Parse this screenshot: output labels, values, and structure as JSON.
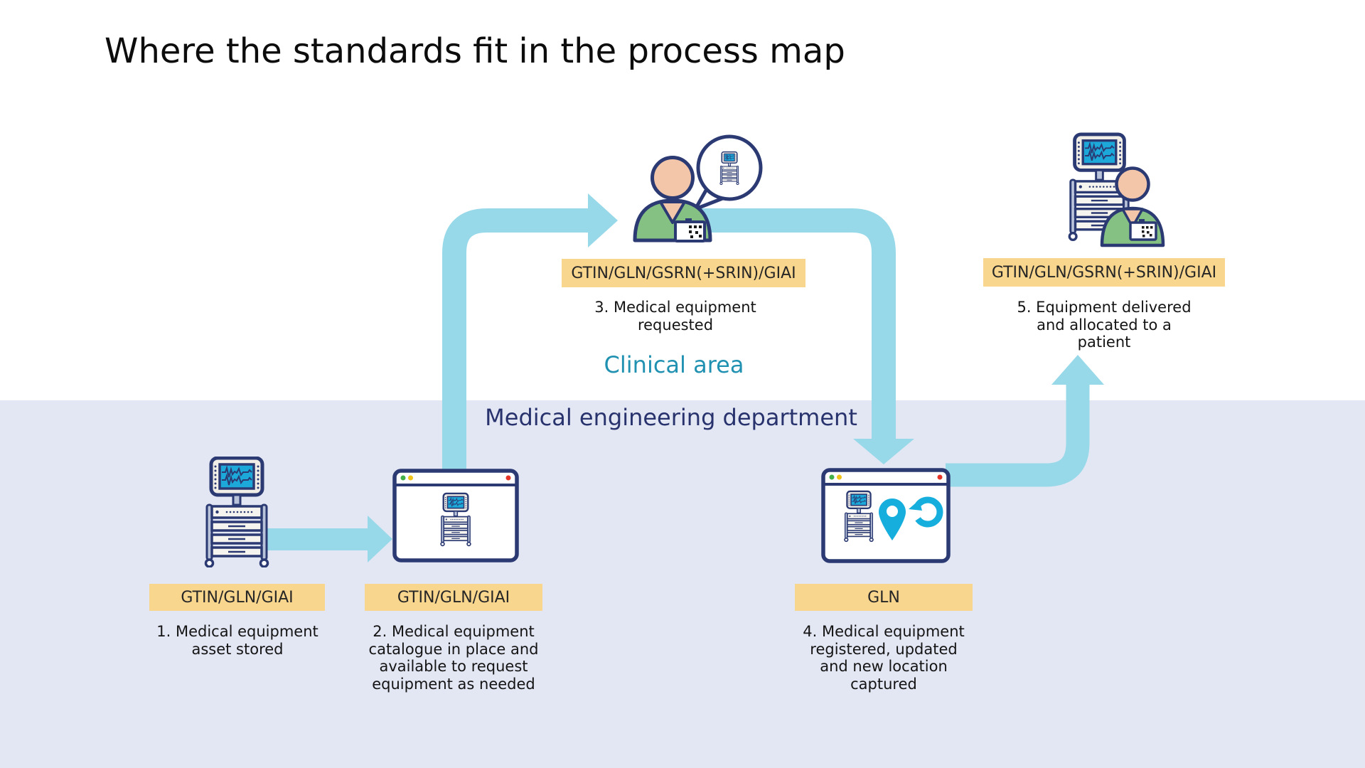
{
  "title": "Where the standards fit in the process map",
  "zones": {
    "clinical": "Clinical area",
    "engineering": "Medical engineering department"
  },
  "steps": [
    {
      "badge": "GTIN/GLN/GIAI",
      "caption": "1. Medical equipment\nasset stored",
      "icon": "medical-equipment-cart-icon"
    },
    {
      "badge": "GTIN/GLN/GIAI",
      "caption": "2. Medical equipment\ncatalogue in place and\navailable to request\nequipment as needed",
      "icon": "catalogue-browser-window-icon"
    },
    {
      "badge": "GTIN/GLN/GSRN(+SRIN)/GIAI",
      "caption": "3. Medical equipment\nrequested",
      "icon": "clinician-speech-bubble-icon"
    },
    {
      "badge": "GLN",
      "caption": "4. Medical equipment\nregistered, updated\nand new location\ncaptured",
      "icon": "registration-window-pin-refresh-icon"
    },
    {
      "badge": "GTIN/GLN/GSRN(+SRIN)/GIAI",
      "caption": "5. Equipment delivered\nand allocated to a\npatient",
      "icon": "equipment-with-clinician-icon"
    }
  ],
  "icons": {
    "equipment_cart": "monitor-on-trolley-glyph",
    "browser_window_dots": [
      "green-dot",
      "yellow-dot",
      "red-dot"
    ],
    "location_pin": "cyan-map-pin-icon",
    "refresh": "cyan-refresh-arrow-icon",
    "speech_bubble": "speech-bubble-with-equipment-icon",
    "id_badge": "qr-id-badge-icon"
  },
  "colors": {
    "arrow": "#98d9e9",
    "badge_bg": "#f9d68e",
    "outline_navy": "#2b3a72",
    "clinical_label": "#2191b2",
    "engineering_label": "#28336e",
    "bottom_band_bg": "#e3e6f3",
    "accent_cyan": "#16aedd",
    "screen_cyan": "#1ca9da",
    "scrub_green": "#84c183",
    "skin": "#f3c6a9",
    "dot_green": "#43b049",
    "dot_yellow": "#f2c318",
    "dot_red": "#e53528"
  }
}
